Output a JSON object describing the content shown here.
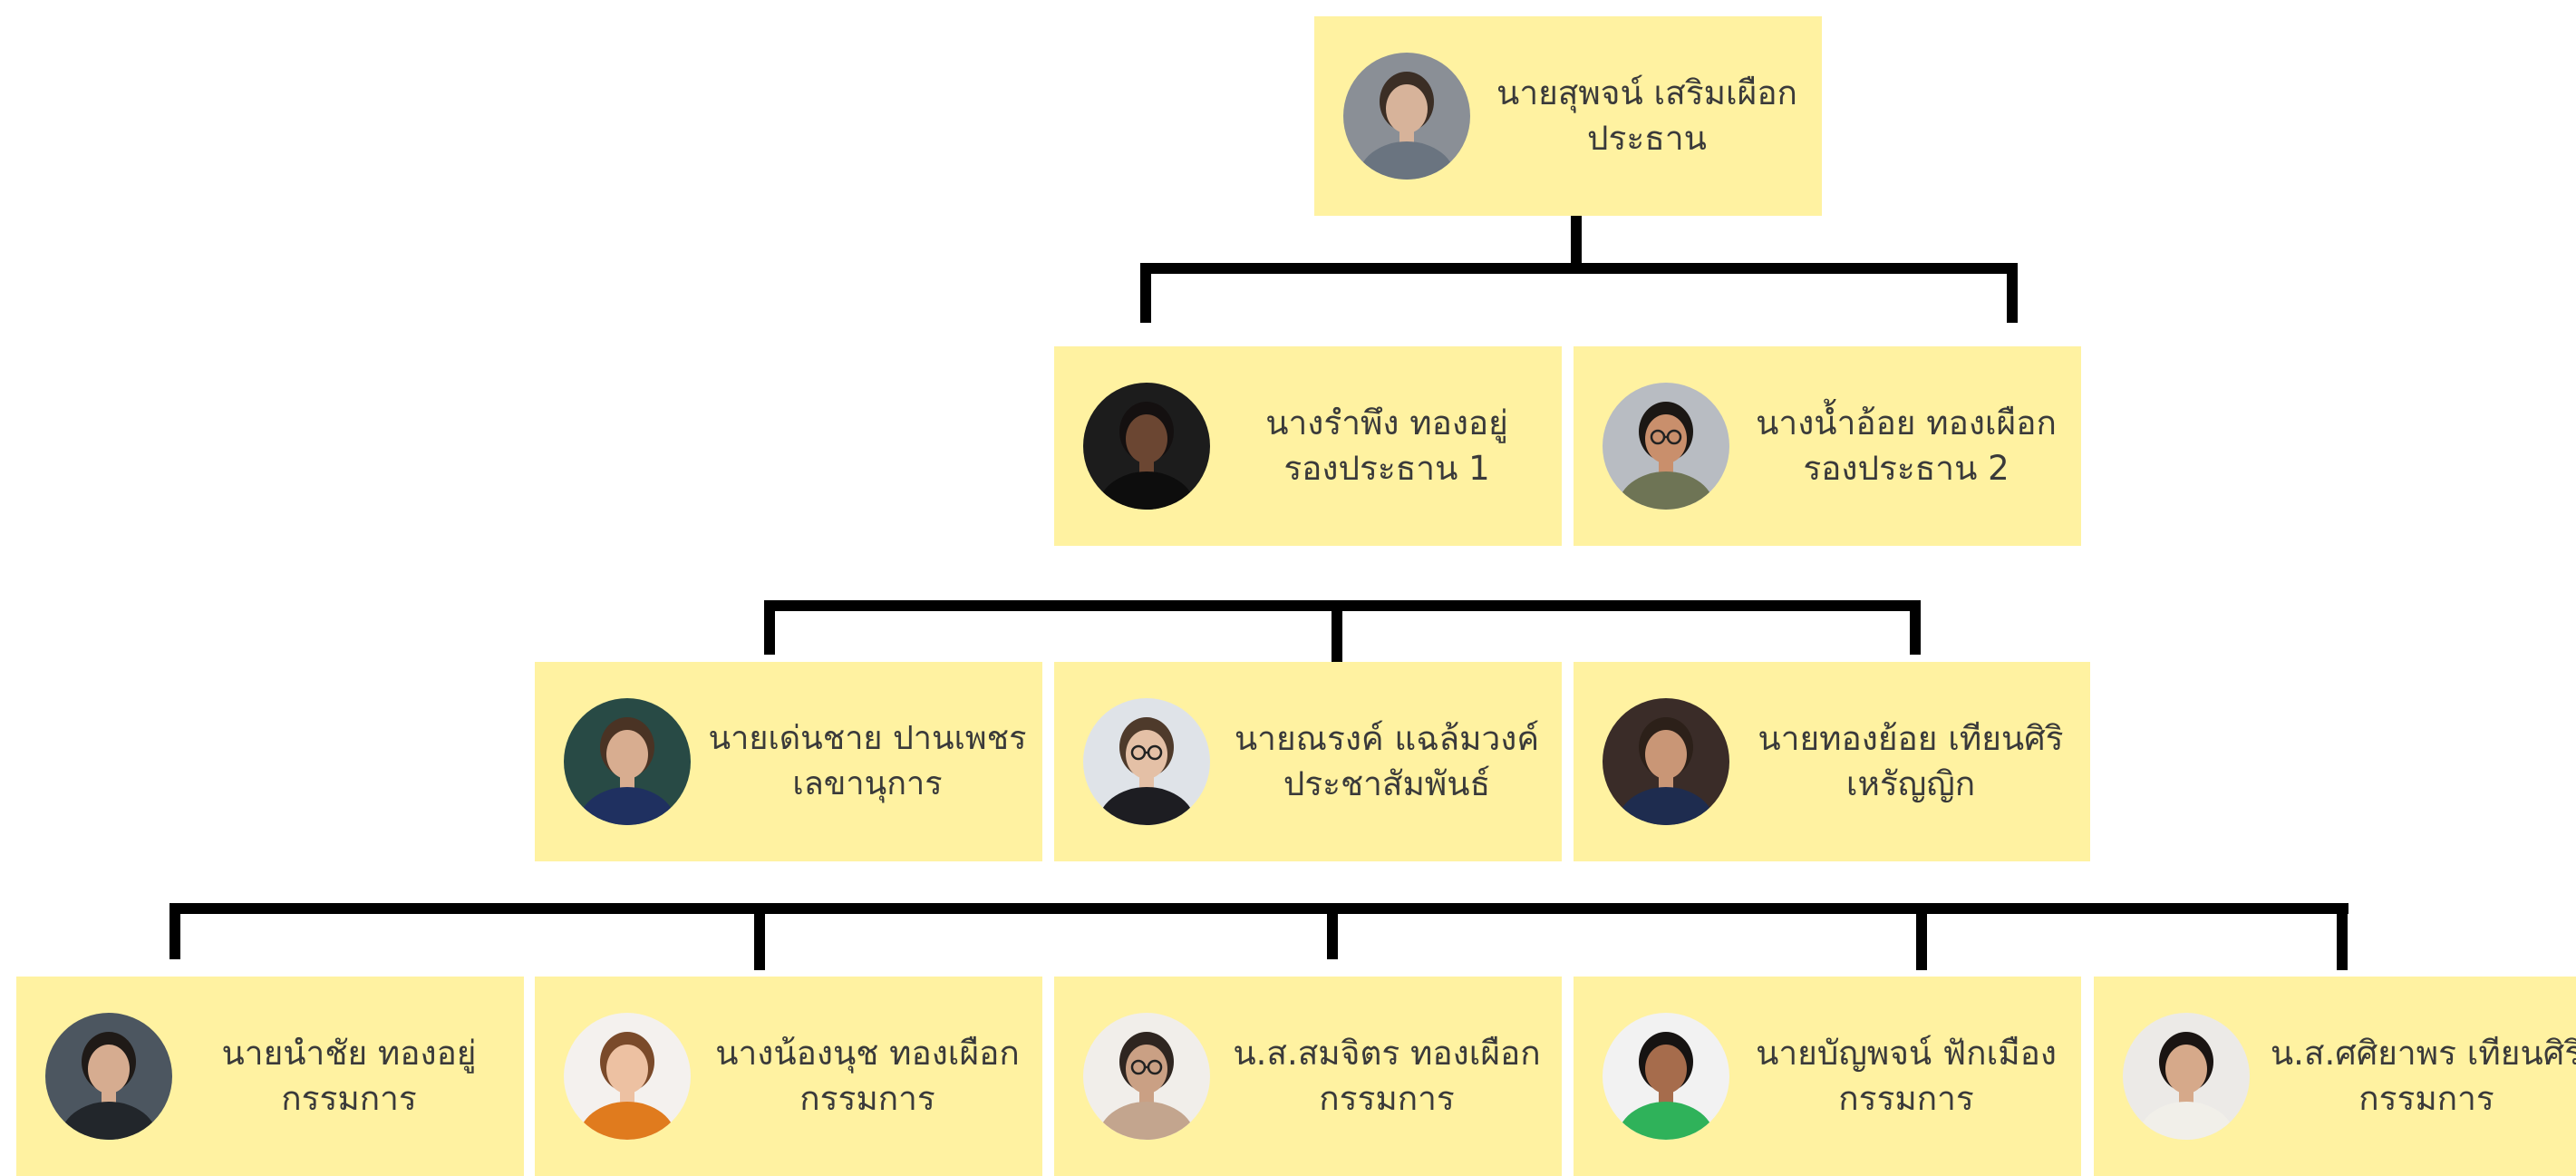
{
  "org_chart": {
    "colors": {
      "box_fill": "#fff2a1",
      "connector": "#000000",
      "text": "#3a3a3a"
    },
    "levels": [
      {
        "nodes": [
          {
            "name": "นายสุพจน์ เสริมเผือก",
            "title": "ประธาน",
            "avatar": "man-at-desk-avatar"
          }
        ]
      },
      {
        "nodes": [
          {
            "name": "นางรำพึง ทองอยู่",
            "title": "รองประธาน 1",
            "avatar": "woman-black-suit-avatar"
          },
          {
            "name": "นางน้ำอ้อย ทองเผือก",
            "title": "รองประธาน 2",
            "avatar": "woman-glasses-curly-hair-avatar"
          }
        ]
      },
      {
        "nodes": [
          {
            "name": "นายเด่นชาย ปานเพชร",
            "title": "เลขานุการ",
            "avatar": "man-navy-suit-avatar"
          },
          {
            "name": "นายณรงค์ แฉล้มวงค์",
            "title": "ประชาสัมพันธ์",
            "avatar": "man-glasses-suit-avatar"
          },
          {
            "name": "นายทองย้อย เทียนศิริ",
            "title": "เหรัญญิก",
            "avatar": "man-adjusting-tie-avatar"
          }
        ]
      },
      {
        "nodes": [
          {
            "name": "นายนำชัย ทองอยู่",
            "title": "กรรมการ",
            "avatar": "man-portrait-avatar"
          },
          {
            "name": "นางน้องนุช ทองเผือก",
            "title": "กรรมการ",
            "avatar": "woman-smiling-avatar"
          },
          {
            "name": "น.ส.สมจิตร ทองเผือก",
            "title": "กรรมการ",
            "avatar": "woman-glasses-avatar"
          },
          {
            "name": "นายบัญพจน์ ฟักเมือง",
            "title": "กรรมการ",
            "avatar": "man-green-shirt-avatar"
          },
          {
            "name": "น.ส.ศศิยาพร เทียนศิริ",
            "title": "กรรมการ",
            "avatar": "woman-laughing-avatar"
          }
        ]
      }
    ]
  }
}
